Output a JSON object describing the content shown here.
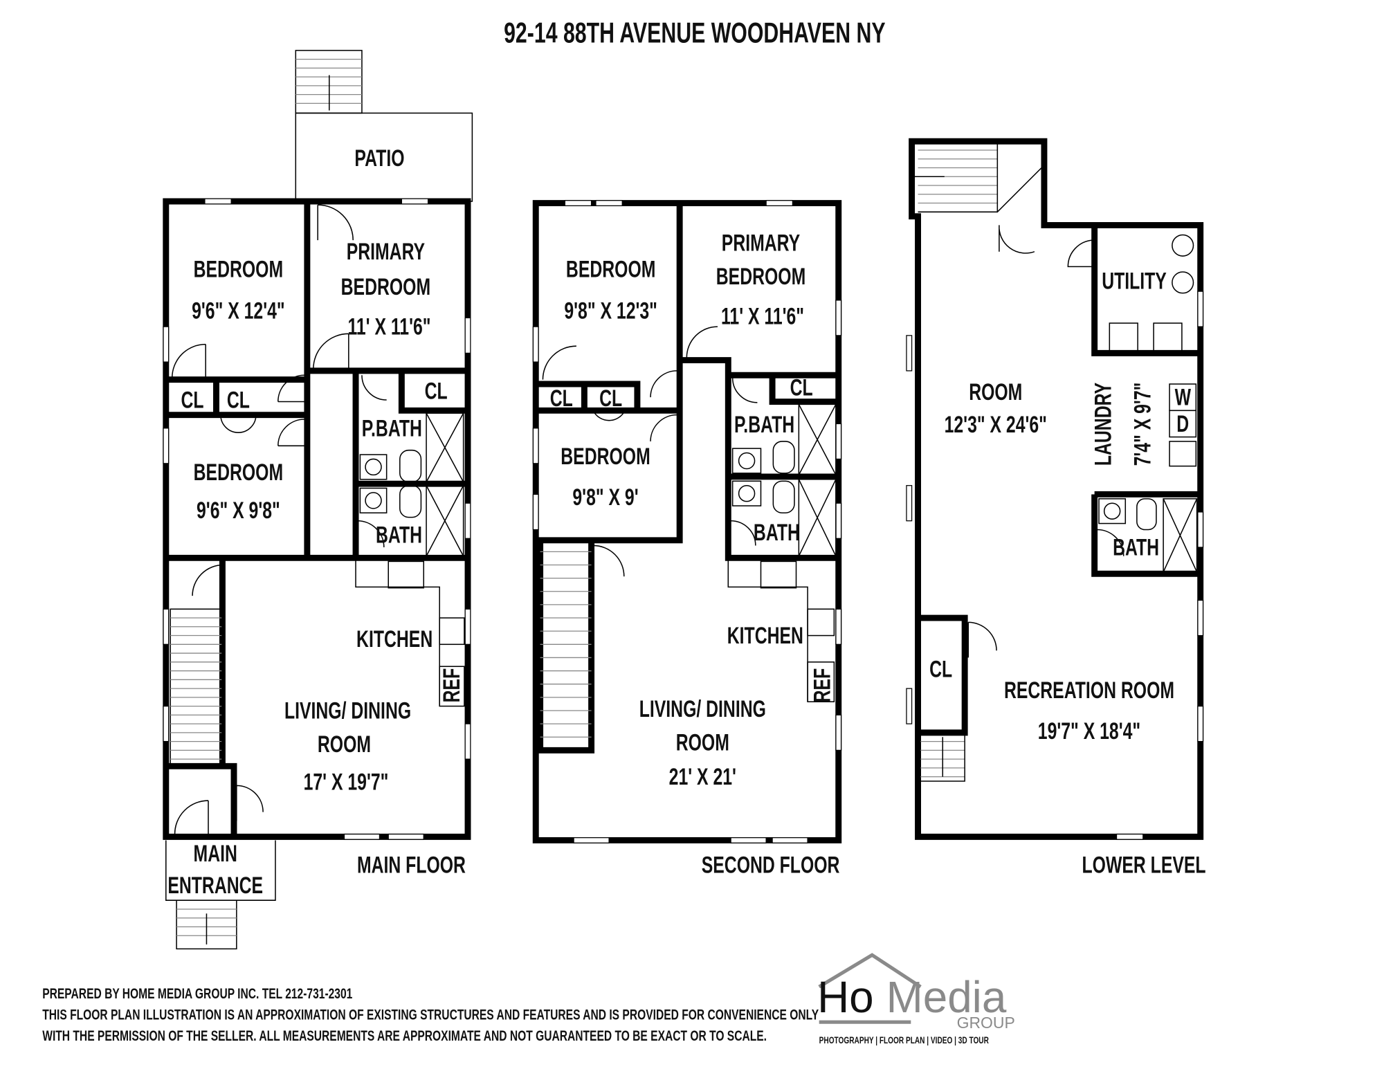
{
  "title": "92-14 88TH AVENUE WOODHAVEN NY",
  "main_floor": {
    "label": "MAIN FLOOR",
    "patio": "PATIO",
    "bedroom1": {
      "name": "BEDROOM",
      "size": "9'6\" X 12'4\""
    },
    "primary": {
      "name1": "PRIMARY",
      "name2": "BEDROOM",
      "size": "11' X 11'6\""
    },
    "closets": [
      "CL",
      "CL",
      "CL"
    ],
    "bedroom2": {
      "name": "BEDROOM",
      "size": "9'6\" X 9'8\""
    },
    "pbath": "P.BATH",
    "bath": "BATH",
    "kitchen": "KITCHEN",
    "ref": "REF",
    "living": {
      "name1": "LIVING/ DINING",
      "name2": "ROOM",
      "size": "17' X 19'7\""
    },
    "entrance": {
      "line1": "MAIN",
      "line2": "ENTRANCE"
    }
  },
  "second_floor": {
    "label": "SECOND FLOOR",
    "bedroom1": {
      "name": "BEDROOM",
      "size": "9'8\" X 12'3\""
    },
    "primary": {
      "name1": "PRIMARY",
      "name2": "BEDROOM",
      "size": "11' X 11'6\""
    },
    "closets": [
      "CL",
      "CL",
      "CL"
    ],
    "bedroom2": {
      "name": "BEDROOM",
      "size": "9'8\" X 9'"
    },
    "pbath": "P.BATH",
    "bath": "BATH",
    "kitchen": "KITCHEN",
    "ref": "REF",
    "living": {
      "name1": "LIVING/ DINING",
      "name2": "ROOM",
      "size": "21' X 21'"
    }
  },
  "lower_level": {
    "label": "LOWER LEVEL",
    "utility": "UTILITY",
    "room": {
      "name": "ROOM",
      "size": "12'3\" X 24'6\""
    },
    "laundry": {
      "name": "LAUNDRY",
      "size": "7'4\" X 9'7\"",
      "washer": "W",
      "dryer": "D"
    },
    "bath": "BATH",
    "closet": "CL",
    "recreation": {
      "name": "RECREATION ROOM",
      "size": "19'7\" X 18'4\""
    }
  },
  "footer": {
    "line1": "PREPARED BY  HOME MEDIA GROUP INC.  TEL 212-731-2301",
    "line2": "THIS FLOOR PLAN ILLUSTRATION IS AN APPROXIMATION OF EXISTING STRUCTURES AND FEATURES AND IS PROVIDED FOR CONVENIENCE ONLY",
    "line3": "WITH THE PERMISSION OF THE SELLER. ALL MEASUREMENTS ARE APPROXIMATE AND NOT GUARANTEED TO BE EXACT OR TO SCALE."
  },
  "logo": {
    "name_part1": "Ho",
    "name_part2": "Media",
    "group": "GROUP",
    "tagline": "PHOTOGRAPHY | FLOOR PLAN | VIDEO | 3D TOUR",
    "colors": {
      "dark": "#111111",
      "gray": "#8a8a8a"
    }
  }
}
